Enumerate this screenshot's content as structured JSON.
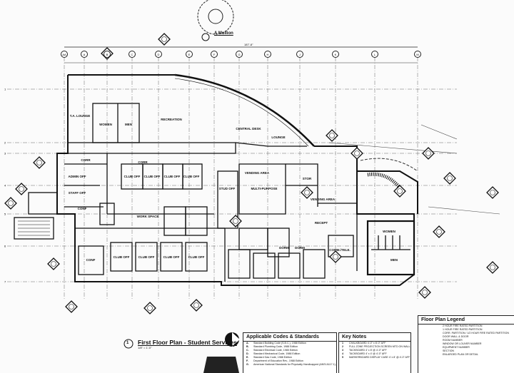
{
  "title": {
    "number": "1",
    "text": "First Floor Plan - Student Services",
    "scale": "1/8\" = 1'-0\""
  },
  "detail": {
    "letter": "A",
    "text": "Mullion"
  },
  "overall_dimension": "187'-8\"",
  "grid_columns": [
    "AA",
    "A",
    "B",
    "C",
    "D",
    "E",
    "F",
    "G",
    "H",
    "J",
    "K",
    "L",
    "M"
  ],
  "grid_rows": [
    "1",
    "2",
    "3",
    "4",
    "5",
    "6",
    "7"
  ],
  "rooms": [
    {
      "name": "T.A. LOUNGE"
    },
    {
      "name": "WOMEN"
    },
    {
      "name": "MEN"
    },
    {
      "name": "RECREATION"
    },
    {
      "name": "CENTRAL DESK"
    },
    {
      "name": "LOUNGE"
    },
    {
      "name": "CORR"
    },
    {
      "name": "ADMIN OFF"
    },
    {
      "name": "STAFF OFF"
    },
    {
      "name": "CONF"
    },
    {
      "name": "CLUB OFF"
    },
    {
      "name": "CLUB OFF"
    },
    {
      "name": "CLUB OFF"
    },
    {
      "name": "CLUB OFF"
    },
    {
      "name": "WORK SPACE"
    },
    {
      "name": "CORR"
    },
    {
      "name": "MULTI-PURPOSE"
    },
    {
      "name": "VENDING AREA"
    },
    {
      "name": "STOR"
    },
    {
      "name": "VENDING AREA"
    },
    {
      "name": "STUD OFF"
    },
    {
      "name": "DORM"
    },
    {
      "name": "DORM"
    },
    {
      "name": "RECEPT"
    },
    {
      "name": "WOMEN"
    },
    {
      "name": "MEN"
    },
    {
      "name": "COMM./TELE."
    },
    {
      "name": "CLUB OFF"
    },
    {
      "name": "CLUB OFF"
    },
    {
      "name": "CLUB OFF"
    },
    {
      "name": "CLUB OFF"
    },
    {
      "name": "CONF"
    }
  ],
  "codes": {
    "heading": "Applicable Codes & Standards",
    "items": [
      {
        "k": "A.",
        "t": "Standard Building Code (S.B.C.), 1988 Edition"
      },
      {
        "k": "B.",
        "t": "Standard Plumbing Code, 1988 Edition"
      },
      {
        "k": "C.",
        "t": "Standard Electrical Code, 1985 Edition"
      },
      {
        "k": "D.",
        "t": "Standard Mechanical Code, 1988 Edition"
      },
      {
        "k": "E.",
        "t": "Standard Gas Code, 1988 Edition"
      },
      {
        "k": "F.",
        "t": "Department of Education Rev., 1988 Edition"
      },
      {
        "k": "G.",
        "t": "American National Standards for Physically Handicapped (ANSI A117.1), 1986 Edition"
      }
    ]
  },
  "key_notes": {
    "heading": "Key Notes",
    "items": [
      {
        "k": "1",
        "t": "CHALKBOARD 4'-0\" x 8'-0\" AFF"
      },
      {
        "k": "2",
        "t": "FULL ZONE PROJECTION SCREEN MTD ON WALL OR CEILING"
      },
      {
        "k": "3",
        "t": "TACKBOARD 4' x 8' @ 4'-0\" AFF"
      },
      {
        "k": "4",
        "t": "TACKBOARD 4' x 4' @ 4'-0\" AFF"
      },
      {
        "k": "5",
        "t": "MARKERBOARD DISPLAY CASE 4' x 8' @ 4'-0\" AFF"
      }
    ]
  },
  "legend": {
    "heading": "Floor Plan Legend",
    "items": [
      {
        "t": "2 HOUR FIRE RATED PARTITION"
      },
      {
        "t": "1 HOUR FIRE RATED PARTITION"
      },
      {
        "t": "CORR. PARTITION / 1/2 HOUR FIRE RATED PARTITION"
      },
      {
        "t": "DOOR WALL & DOOR"
      },
      {
        "t": "ROOM NUMBER"
      },
      {
        "t": "WINDOW OR LOUVER NUMBER"
      },
      {
        "t": "EQUIPMENT NUMBER"
      },
      {
        "t": "SECTION"
      },
      {
        "t": "ENLARGED PLAN OR DETAIL"
      }
    ]
  }
}
